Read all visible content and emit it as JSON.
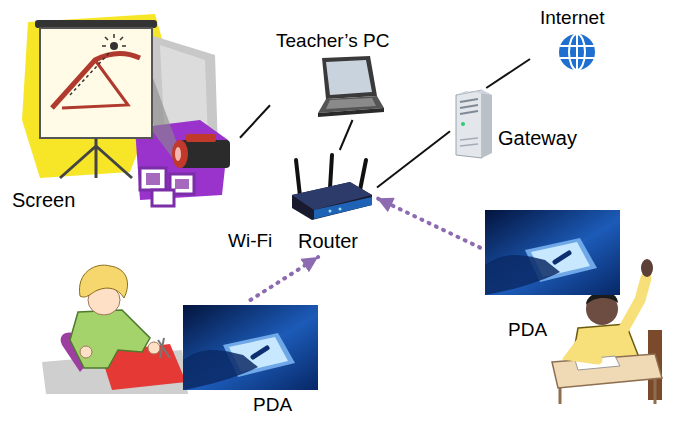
{
  "diagram": {
    "nodes": [
      {
        "text": [
          "Screen"
        ]
      },
      {
        "text": [
          "Teacher’s PC"
        ]
      },
      {
        "text": [
          "Internet"
        ]
      },
      {
        "text": [
          "Gateway"
        ]
      },
      {
        "text": [
          "Wi-Fi",
          "Router"
        ]
      },
      {
        "text": [
          "PDA"
        ]
      },
      {
        "text": [
          "PDA"
        ]
      }
    ],
    "edges": [
      {
        "from": 0,
        "to": 1,
        "arrow": "none"
      },
      {
        "from": 1,
        "to": 4,
        "arrow": "none"
      },
      {
        "from": 4,
        "to": 3,
        "arrow": "none"
      },
      {
        "from": 3,
        "to": 2,
        "arrow": "none"
      },
      {
        "from": 5,
        "to": 4,
        "arrow": "to"
      },
      {
        "from": 6,
        "to": 4,
        "arrow": "to"
      }
    ]
  }
}
